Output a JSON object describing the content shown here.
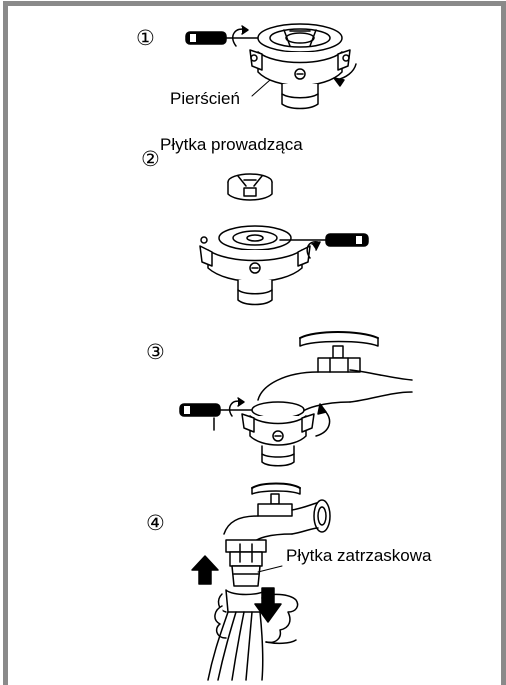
{
  "steps": [
    {
      "number": "①",
      "label": "Pierścień"
    },
    {
      "number": "②",
      "label": "Płytka prowadząca"
    },
    {
      "number": "③",
      "label": ""
    },
    {
      "number": "④",
      "label": "Płytka zatrzaskowa"
    }
  ]
}
